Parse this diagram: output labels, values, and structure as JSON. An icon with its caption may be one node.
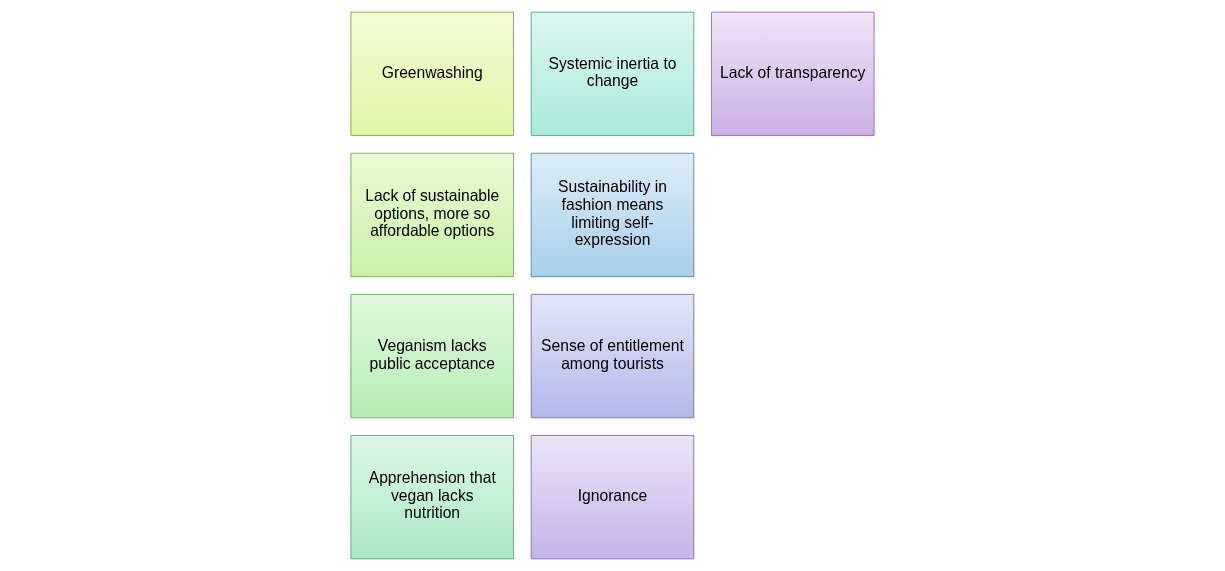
{
  "diagram": {
    "nodes": [
      {
        "text": [
          "Greenwashing"
        ]
      },
      {
        "text": [
          "Lack of sustainable options, more so affordable options"
        ]
      },
      {
        "text": [
          "Veganism lacks public acceptance"
        ]
      },
      {
        "text": [
          "Apprehension that vegan lacks nutrition"
        ]
      },
      {
        "text": [
          "Systemic inertia to change"
        ]
      },
      {
        "text": [
          "Sustainability in fashion means limiting self-expression"
        ]
      },
      {
        "text": [
          "Sense of entitlement among tourists"
        ]
      },
      {
        "text": [
          "Ignorance"
        ]
      },
      {
        "text": [
          "Lack of transparency"
        ]
      }
    ]
  }
}
